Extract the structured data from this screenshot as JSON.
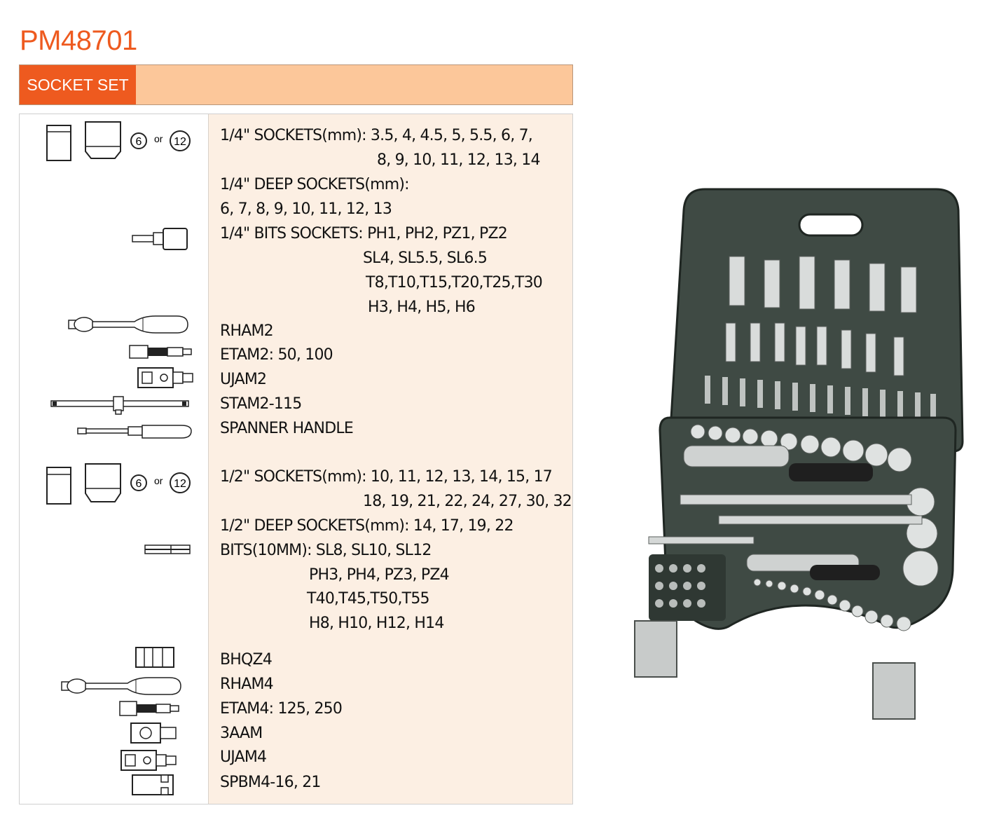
{
  "product_code": "PM48701",
  "category": "SOCKET SET",
  "lines": [
    "1/4\" SOCKETS(mm): 3.5, 4, 4.5, 5, 5.5, 6, 7,",
    "8, 9, 10, 11, 12, 13, 14",
    "1/4\" DEEP SOCKETS(mm):",
    "6, 7, 8, 9, 10, 11, 12, 13",
    "1/4\" BITS SOCKETS: PH1, PH2, PZ1, PZ2",
    "SL4, SL5.5, SL6.5",
    "T8,T10,T15,T20,T25,T30",
    "H3, H4, H5, H6",
    "RHAM2",
    "ETAM2: 50, 100",
    "UJAM2",
    "STAM2-115",
    "SPANNER HANDLE",
    "1/2\" SOCKETS(mm): 10, 11, 12, 13, 14, 15, 17",
    "18, 19, 21, 22, 24, 27, 30, 32",
    "1/2\" DEEP SOCKETS(mm): 14, 17, 19, 22",
    "BITS(10MM): SL8, SL10, SL12",
    "PH3, PH4, PZ3, PZ4",
    "T40,T45,T50,T55",
    "H8, H10, H12, H14",
    "BHQZ4",
    "RHAM4",
    "ETAM4: 125, 250",
    "3AAM",
    "UJAM4",
    "SPBM4-16, 21"
  ],
  "icons": {
    "socket_a": {
      "num6": "6",
      "or": "or",
      "num12": "12"
    },
    "socket_b": {
      "num6": "6",
      "or": "or",
      "num12": "12"
    }
  },
  "colors": {
    "brand": "#ee5a1f",
    "header_bg": "#fcc79a",
    "panel_bg": "#fcefe3",
    "case": "#3f4a44"
  }
}
